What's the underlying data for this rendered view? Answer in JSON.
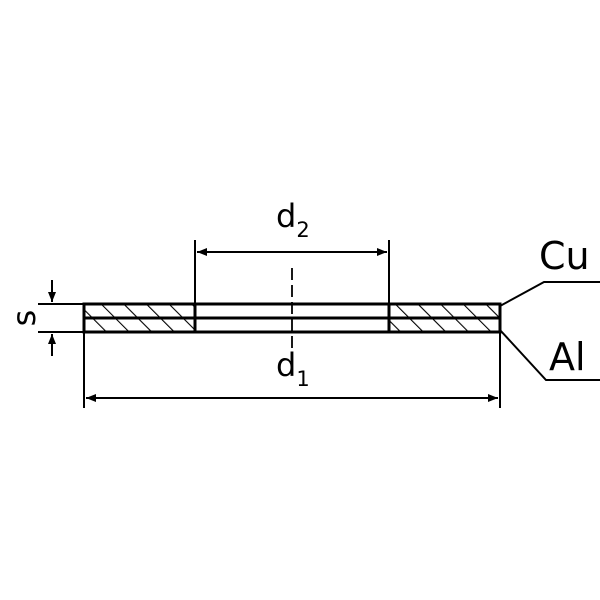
{
  "diagram": {
    "labels": {
      "outer_diameter": {
        "symbol": "d",
        "subscript": "1"
      },
      "inner_diameter": {
        "symbol": "d",
        "subscript": "2"
      },
      "thickness": "s",
      "top_material": "Cu",
      "bottom_material": "Al"
    },
    "colors": {
      "line": "#000000",
      "background": "#ffffff"
    }
  }
}
